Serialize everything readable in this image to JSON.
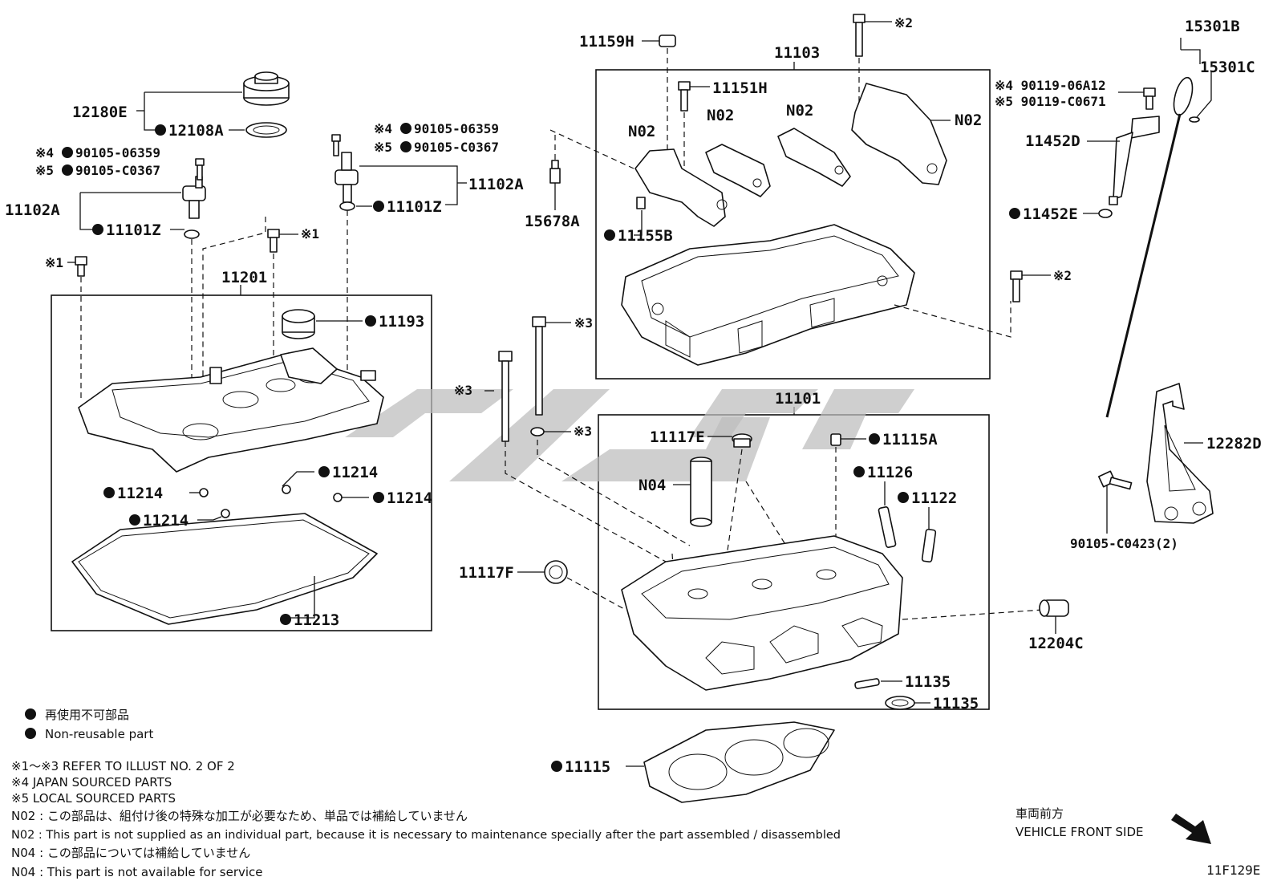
{
  "labels": {
    "p11159H": "11159H",
    "p11103": "11103",
    "ref2_top": "※2",
    "p15301B": "15301B",
    "p15301C": "15301C",
    "p11151H": "11151H",
    "n02_a": "N02",
    "n02_b": "N02",
    "n02_c": "N02",
    "n02_d": "N02",
    "p90119_a": "※4 90119-06A12",
    "p90119_b": "※5 90119-C0671",
    "p11452D": "11452D",
    "p12180E": "12180E",
    "p12108A": "12108A",
    "p90105_a1": "※4",
    "p90105_a1v": "90105-06359",
    "p90105_a2": "※5",
    "p90105_a2v": "90105-C0367",
    "p90105_b1": "※4",
    "p90105_b1v": "90105-06359",
    "p90105_b2": "※5",
    "p90105_b2v": "90105-C0367",
    "p11102A_r": "11102A",
    "p11102A_l": "11102A",
    "p11101Z_r": "11101Z",
    "p11101Z_l": "11101Z",
    "p15678A": "15678A",
    "p11155B": "11155B",
    "p11452E": "11452E",
    "ref1_a": "※1",
    "ref1_b": "※1",
    "ref2_b": "※2",
    "p11201": "11201",
    "p11193": "11193",
    "ref3_a": "※3",
    "ref3_b": "※3",
    "ref3_c": "※3",
    "p11101": "11101",
    "p11117E": "11117E",
    "p11115A": "11115A",
    "p12282D": "12282D",
    "p11126": "11126",
    "p11122": "11122",
    "n04": "N04",
    "p11214_a": "11214",
    "p11214_b": "11214",
    "p11214_c": "11214",
    "p11214_d": "11214",
    "p90105_C0423": "90105-C0423(2)",
    "p11117F": "11117F",
    "p11213": "11213",
    "p12204C": "12204C",
    "p11135_a": "11135",
    "p11135_b": "11135",
    "p11115": "11115",
    "illust_code": "11F129E"
  },
  "legend": {
    "nonreusable_jp": "再使用不可部品",
    "nonreusable_en": "Non-reusable part"
  },
  "notes": [
    "※1～※3  REFER TO ILLUST NO. 2 OF 2",
    "※4 JAPAN SOURCED PARTS",
    "※5 LOCAL SOURCED PARTS",
    "N02 : この部品は、組付け後の特殊な加工が必要なため、単品では補給していません",
    "N02 : This part is not supplied as an individual part, because it is necessary to maintenance specially after the part assembled / disassembled",
    "N04 : この部品については補給していません",
    "N04 : This part is not available for service"
  ],
  "direction": {
    "jp": "車両前方",
    "en": "VEHICLE FRONT SIDE"
  },
  "colors": {
    "ink": "#111111",
    "watermark": "#bdbdbd"
  }
}
